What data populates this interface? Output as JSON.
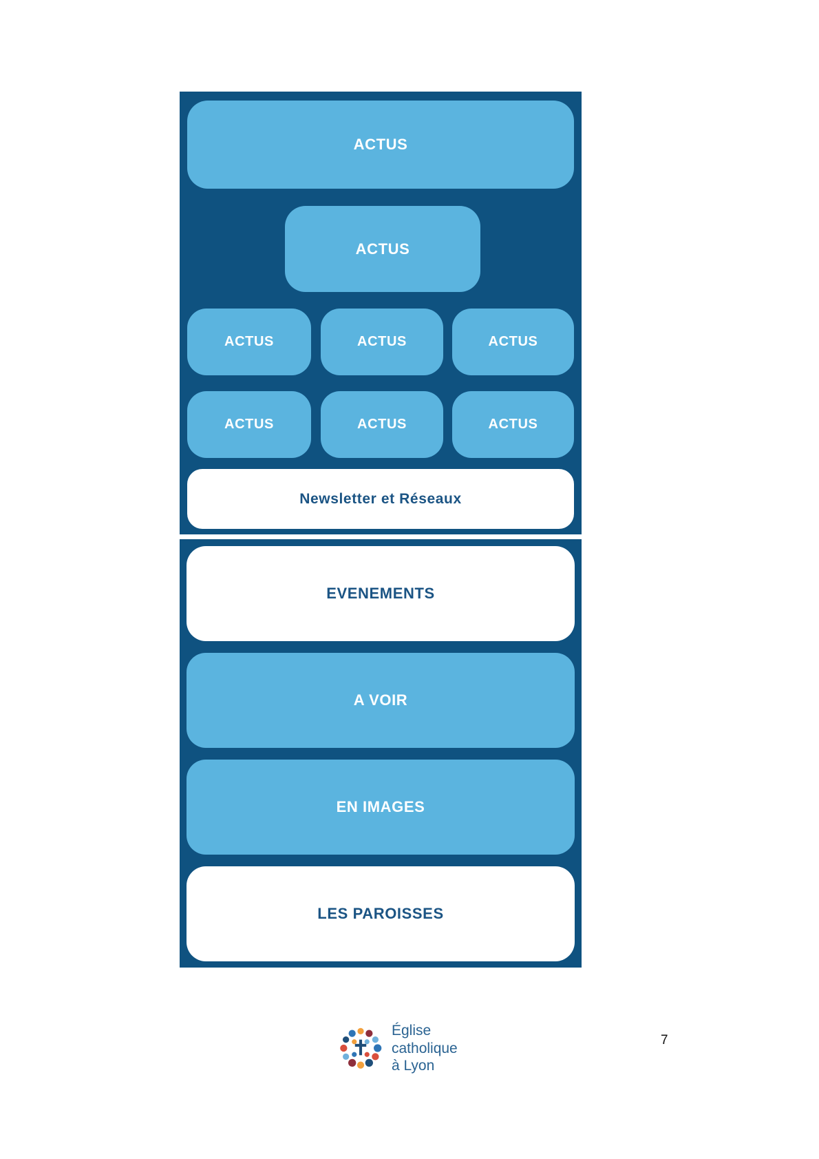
{
  "top_panel": {
    "hero_label": "ACTUS",
    "feature_label": "ACTUS",
    "grid_labels": [
      "ACTUS",
      "ACTUS",
      "ACTUS",
      "ACTUS",
      "ACTUS",
      "ACTUS"
    ],
    "newsletter_label": "Newsletter et Réseaux"
  },
  "bottom_panel": {
    "blocks": [
      {
        "label": "EVENEMENTS",
        "style": "white"
      },
      {
        "label": "A VOIR",
        "style": "blue"
      },
      {
        "label": "EN IMAGES",
        "style": "blue"
      },
      {
        "label": "LES PAROISSES",
        "style": "white"
      }
    ]
  },
  "footer": {
    "logo_line1": "Église",
    "logo_line2": "catholique",
    "logo_line3": "à Lyon",
    "page_number": "7"
  },
  "colors": {
    "panel_background": "#0F5280",
    "block_blue": "#5BB4DF",
    "block_white": "#FFFFFF",
    "text_on_blue": "#FFFFFF",
    "text_navy": "#1B5484",
    "logo_text": "#2A6392"
  }
}
